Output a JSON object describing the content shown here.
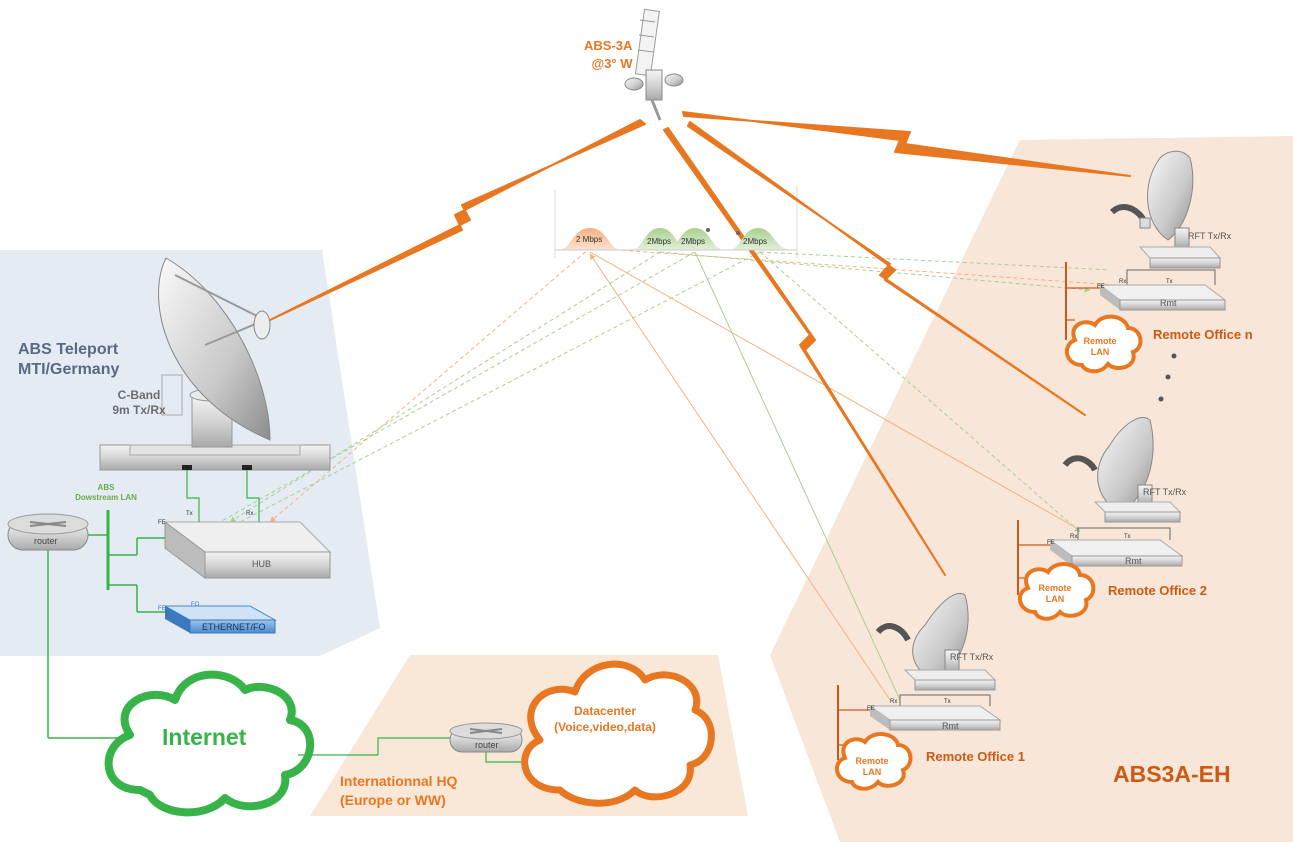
{
  "satellite": {
    "name": "ABS-3A",
    "position": "@3° W"
  },
  "teleport": {
    "title": "ABS Teleport\nMTI/Germany",
    "antenna": "C-Band\n9m Tx/Rx",
    "downstream_lan": "ABS\nDowstream LAN",
    "hub": "HUB",
    "router": "router",
    "ethernet_fo": "ETHERNET/FO",
    "port_fe": "FE",
    "port_fo": "FO",
    "port_tx": "Tx",
    "port_rx": "Rx"
  },
  "carriers": [
    "2 Mbps",
    "2Mbps",
    "2Mbps",
    "2Mbps"
  ],
  "internet": "Internet",
  "hq": {
    "title": "Internationnal HQ\n(Europe or WW)",
    "router": "router",
    "datacenter": "Datacenter\n(Voice,video,data)"
  },
  "remotes": [
    {
      "name": "Remote Office n",
      "rft": "RFT Tx/Rx",
      "modem": "Rmt",
      "lan": "Remote\nLAN",
      "fe": "FE",
      "rx": "Rx",
      "tx": "Tx"
    },
    {
      "name": "Remote Office 2",
      "rft": "RFT Tx/Rx",
      "modem": "Rmt",
      "lan": "Remote\nLAN",
      "fe": "FE",
      "rx": "Rx",
      "tx": "Tx"
    },
    {
      "name": "Remote Office 1",
      "rft": "RFT Tx/Rx",
      "modem": "Rmt",
      "lan": "Remote\nLAN",
      "fe": "FE",
      "rx": "Rx",
      "tx": "Tx"
    }
  ],
  "coverage": "ABS3A-EH",
  "colors": {
    "orange": "#e87722",
    "green": "#37b34a",
    "teleport_bg": "#e4ebf3",
    "remote_bg": "#f8e6d8",
    "hq_bg": "#f9e7d8"
  }
}
